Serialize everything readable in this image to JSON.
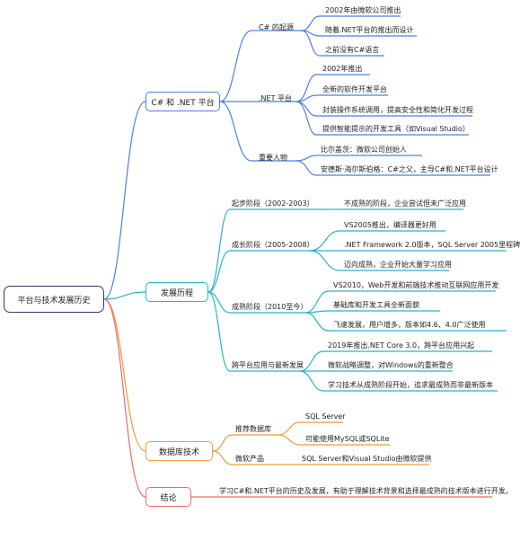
{
  "root": {
    "label": "平台与技术发展历史"
  },
  "colors": {
    "blue": "#4f7fe0",
    "teal": "#27b5c4",
    "orange": "#f29b3c",
    "red": "#ec6b6b",
    "root_border": "#2f3e63"
  },
  "branches": {
    "csharp_net": {
      "label": "C# 和 .NET 平台",
      "origin": {
        "label": "C# 的起源",
        "items": [
          "2002年由微软公司推出",
          "随着.NET平台的推出而设计",
          "之前没有C#语言"
        ]
      },
      "net_platform": {
        "label": ".NET 平台",
        "items": [
          "2002年推出",
          "全新的软件开发平台",
          "封装操作系统调用，提高安全性和简化开发过程",
          "提供智能提示的开发工具（如Visual Studio）"
        ]
      },
      "people": {
        "label": "重要人物",
        "items": [
          "比尔盖茨：微软公司创始人",
          "安德斯·海尔斯伯格：C#之父，主导C#和.NET平台设计"
        ]
      }
    },
    "development": {
      "label": "发展历程",
      "start": {
        "label": "起步阶段（2002-2003）",
        "items": [
          "不成熟的阶段，企业尝试但未广泛应用"
        ]
      },
      "growth": {
        "label": "成长阶段（2005-2008）",
        "items": [
          "VS2005推出，编译器更好用",
          ".NET Framework 2.0版本，SQL Server 2005里程碑",
          "迈向成熟，企业开始大量学习应用"
        ]
      },
      "mature": {
        "label": "成熟阶段（2010至今）",
        "items": [
          "VS2010，Web开发和前端技术推动互联网应用开发",
          "基础库和开发工具全新面貌",
          "飞速发展，用户增多，版本如4.6、4.0广泛使用"
        ]
      },
      "cross": {
        "label": "跨平台应用与最新发展",
        "items": [
          "2019年推出.NET Core 3.0，跨平台应用兴起",
          "微软战略调整，对Windows的重新整合",
          "学习技术从成熟阶段开始，追求最成熟而非最新版本"
        ]
      }
    },
    "database": {
      "label": "数据库技术",
      "recommended": {
        "label": "推荐数据库",
        "items": [
          "SQL Server",
          "可能使用MySQL或SQLite"
        ]
      },
      "microsoft": {
        "label": "微软产品",
        "items": [
          "SQL Server和Visual Studio由微软提供"
        ]
      }
    },
    "conclusion": {
      "label": "结论",
      "text": "学习C#和.NET平台的历史及发展，有助于理解技术背景和选择最成熟的技术版本进行开发。"
    }
  }
}
